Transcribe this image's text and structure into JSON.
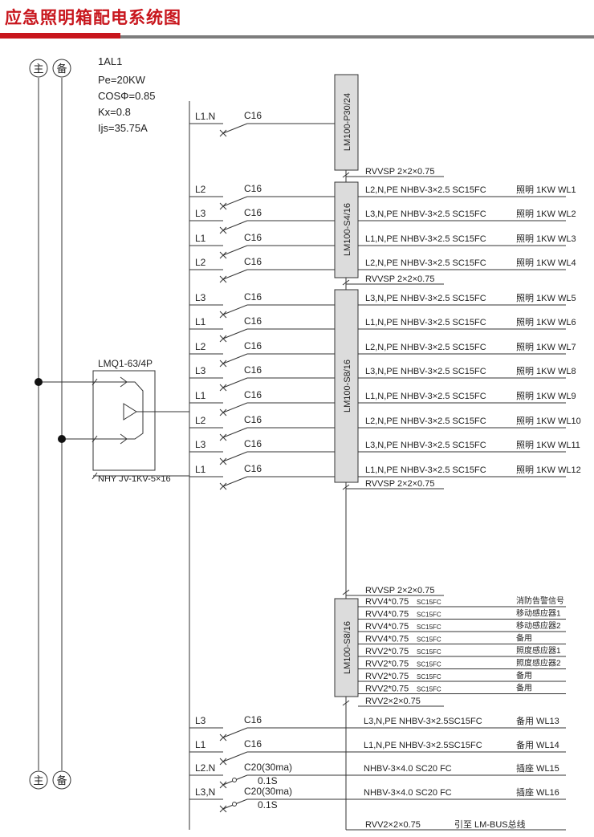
{
  "header": {
    "title": "应急照明箱配电系统图"
  },
  "source_labels": {
    "main": "主",
    "backup": "备"
  },
  "panel_info": {
    "name": "1AL1",
    "pe": "Pe=20KW",
    "cos": "COSΦ=0.85",
    "kx": "Kx=0.8",
    "ijs": "Ijs=35.75A"
  },
  "switch": {
    "model": "LMQ1-63/4P",
    "cable": "NHY JV-1KV-5×16"
  },
  "modules": [
    {
      "label": "LM100-P30/24",
      "top_cable": "",
      "bottom_cable": "RVVSP 2×2×0.75"
    },
    {
      "label": "LM100-S4/16",
      "top_cable": "",
      "bottom_cable": "RVVSP 2×2×0.75"
    },
    {
      "label": "LM100-S8/16",
      "top_cable": "",
      "bottom_cable": "RVVSP 2×2×0.75"
    },
    {
      "label": "LM100-S8/16",
      "top_cable": "RVVSP 2×2×0.75",
      "bottom_cable": "RVV2×2×0.75"
    }
  ],
  "top_circuit": {
    "phase": "L1.N",
    "breaker": "C16"
  },
  "lighting_circuits": [
    {
      "phase": "L2",
      "breaker": "C16",
      "cable": "L2,N,PE NHBV-3×2.5 SC15FC",
      "load": "照明 1KW WL1"
    },
    {
      "phase": "L3",
      "breaker": "C16",
      "cable": "L3,N,PE NHBV-3×2.5 SC15FC",
      "load": "照明 1KW WL2"
    },
    {
      "phase": "L1",
      "breaker": "C16",
      "cable": "L1,N,PE NHBV-3×2.5 SC15FC",
      "load": "照明 1KW WL3"
    },
    {
      "phase": "L2",
      "breaker": "C16",
      "cable": "L2,N,PE NHBV-3×2.5 SC15FC",
      "load": "照明 1KW WL4"
    },
    {
      "phase": "L3",
      "breaker": "C16",
      "cable": "L3,N,PE NHBV-3×2.5 SC15FC",
      "load": "照明 1KW WL5"
    },
    {
      "phase": "L1",
      "breaker": "C16",
      "cable": "L1,N,PE NHBV-3×2.5 SC15FC",
      "load": "照明 1KW WL6"
    },
    {
      "phase": "L2",
      "breaker": "C16",
      "cable": "L2,N,PE NHBV-3×2.5 SC15FC",
      "load": "照明 1KW WL7"
    },
    {
      "phase": "L3",
      "breaker": "C16",
      "cable": "L3,N,PE NHBV-3×2.5 SC15FC",
      "load": "照明 1KW WL8"
    },
    {
      "phase": "L1",
      "breaker": "C16",
      "cable": "L1,N,PE NHBV-3×2.5 SC15FC",
      "load": "照明 1KW WL9"
    },
    {
      "phase": "L2",
      "breaker": "C16",
      "cable": "L2,N,PE NHBV-3×2.5 SC15FC",
      "load": "照明 1KW WL10"
    },
    {
      "phase": "L3",
      "breaker": "C16",
      "cable": "L3,N,PE NHBV-3×2.5 SC15FC",
      "load": "照明 1KW WL11"
    },
    {
      "phase": "L1",
      "breaker": "C16",
      "cable": "L1,N,PE NHBV-3×2.5 SC15FC",
      "load": "照明 1KW WL12"
    }
  ],
  "signal_lines": [
    {
      "cable": "RVV4*0.75",
      "pipe": "SC15FC",
      "label": "消防告警信号"
    },
    {
      "cable": "RVV4*0.75",
      "pipe": "SC15FC",
      "label": "移动感应器1"
    },
    {
      "cable": "RVV4*0.75",
      "pipe": "SC15FC",
      "label": "移动感应器2"
    },
    {
      "cable": "RVV4*0.75",
      "pipe": "SC15FC",
      "label": "备用"
    },
    {
      "cable": "RVV2*0.75",
      "pipe": "SC15FC",
      "label": "照度感应器1"
    },
    {
      "cable": "RVV2*0.75",
      "pipe": "SC15FC",
      "label": "照度感应器2"
    },
    {
      "cable": "RVV2*0.75",
      "pipe": "SC15FC",
      "label": "备用"
    },
    {
      "cable": "RVV2*0.75",
      "pipe": "SC15FC",
      "label": "备用"
    }
  ],
  "spare_circuits": [
    {
      "phase": "L3",
      "breaker": "C16",
      "cable": "L3,N,PE NHBV-3×2.5SC15FC",
      "load": "备用  WL13"
    },
    {
      "phase": "L1",
      "breaker": "C16",
      "cable": "L1,N,PE NHBV-3×2.5SC15FC",
      "load": "备用  WL14"
    }
  ],
  "socket_circuits": [
    {
      "phase": "L2.N",
      "breaker": "C20(30ma)",
      "time": "0.1S",
      "cable": "NHBV-3×4.0 SC20 FC",
      "load": "插座  WL15"
    },
    {
      "phase": "L3,N",
      "breaker": "C20(30ma)",
      "time": "0.1S",
      "cable": "NHBV-3×4.0 SC20 FC",
      "load": "插座  WL16"
    }
  ],
  "bus_line": {
    "cable": "RVV2×2×0.75",
    "target": "引至 LM-BUS总线"
  }
}
